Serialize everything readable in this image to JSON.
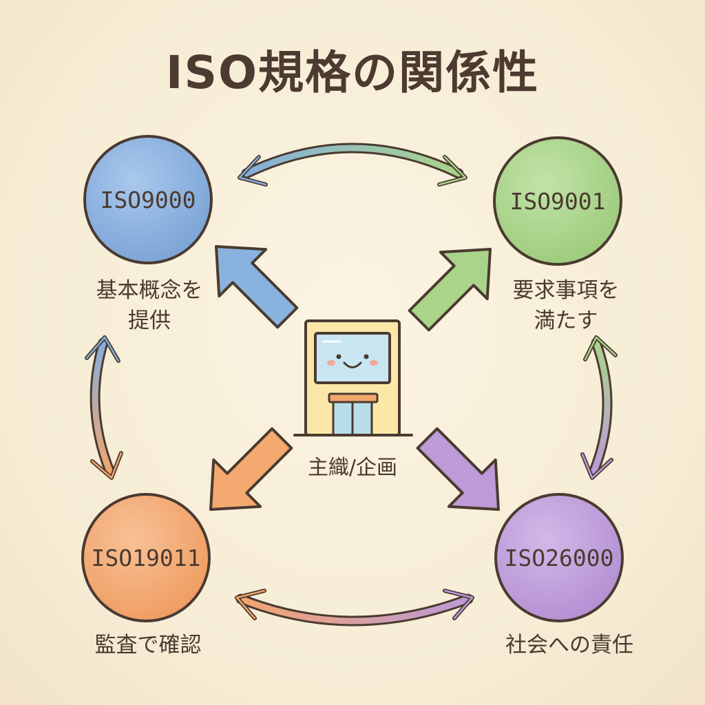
{
  "title": "ISO規格の関係性",
  "center": {
    "label": "主織/企画"
  },
  "nodes": [
    {
      "label": "ISO9000",
      "caption_line1": "基本概念を",
      "caption_line2": "提供",
      "color": "#86aedd"
    },
    {
      "label": "ISO9001",
      "caption_line1": "要求事項を",
      "caption_line2": "満たす",
      "color": "#a9d48a"
    },
    {
      "label": "ISO19011",
      "caption_line1": "監査で確認",
      "caption_line2": "",
      "color": "#f2a66e"
    },
    {
      "label": "ISO26000",
      "caption_line1": "社会への責任",
      "caption_line2": "",
      "color": "#bd9ad8"
    }
  ],
  "colors": {
    "background": "#f8eed7",
    "outline": "#4a3a30",
    "blue": "#86aedd",
    "green": "#a9d48a",
    "orange": "#f2a66e",
    "purple": "#bd9ad8"
  }
}
